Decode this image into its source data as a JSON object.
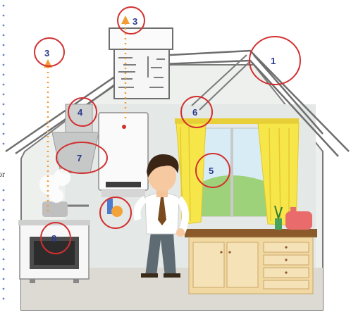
{
  "figure": {
    "callouts": [
      {
        "id": "roof",
        "label": "1"
      },
      {
        "id": "chimney-flue",
        "label": "3"
      },
      {
        "id": "stove-vent-flue",
        "label": "3"
      },
      {
        "id": "boiler-top",
        "label": "4"
      },
      {
        "id": "window",
        "label": "5"
      },
      {
        "id": "curtain-rail",
        "label": "6"
      },
      {
        "id": "extractor-hood",
        "label": "7"
      },
      {
        "id": "cooker",
        "label": "8"
      }
    ],
    "clipped_text": "or"
  },
  "colors": {
    "callout_ring": "#d32f2f",
    "arrow": "#f39c34",
    "wall": "#e9ece9",
    "curtain": "#f6e23f",
    "cabinet": "#f0d59a"
  }
}
